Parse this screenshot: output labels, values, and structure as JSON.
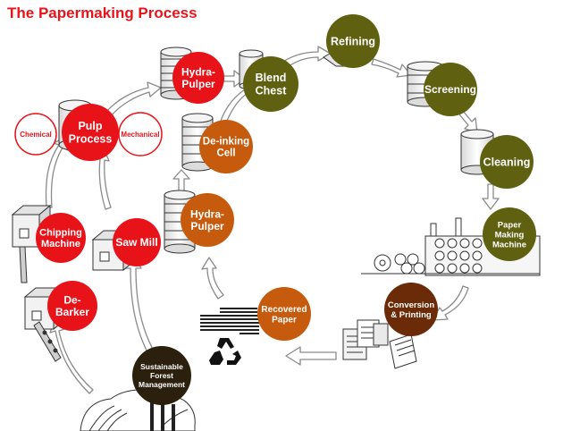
{
  "title": "The Papermaking Process",
  "colors": {
    "title": "#e8141b",
    "red": "#e81219",
    "olive": "#5f6010",
    "orange": "#c65a0d",
    "brown": "#6b2a08",
    "dark": "#2b1f0d",
    "arrow_fill": "#ffffff",
    "arrow_stroke": "#8a8a8a"
  },
  "nodes": {
    "sustainable_forest": "Sustainable Forest Management",
    "debarker": "De- Barker",
    "chipping_machine": "Chipping Machine",
    "saw_mill": "Saw Mill",
    "pulp_process": "Pulp Process",
    "chemical": "Chemical",
    "mechanical": "Mechanical",
    "hydra_pulper_top": "Hydra- Pulper",
    "blend_chest": "Blend Chest",
    "refining": "Refining",
    "screening": "Screening",
    "cleaning": "Cleaning",
    "paper_making_machine": "Paper Making Machine",
    "conversion_printing": "Conversion & Printing",
    "recovered_paper": "Recovered Paper",
    "hydra_pulper_bottom": "Hydra- Pulper",
    "de_inking_cell": "De-inking Cell"
  },
  "icons": [
    "tree-icon",
    "recycle-icon",
    "debarker-machine-icon",
    "chipper-machine-icon",
    "saw-mill-machine-icon",
    "tank-icon",
    "paper-rolls-icon",
    "paper-stack-icon",
    "printed-sheets-icon"
  ]
}
